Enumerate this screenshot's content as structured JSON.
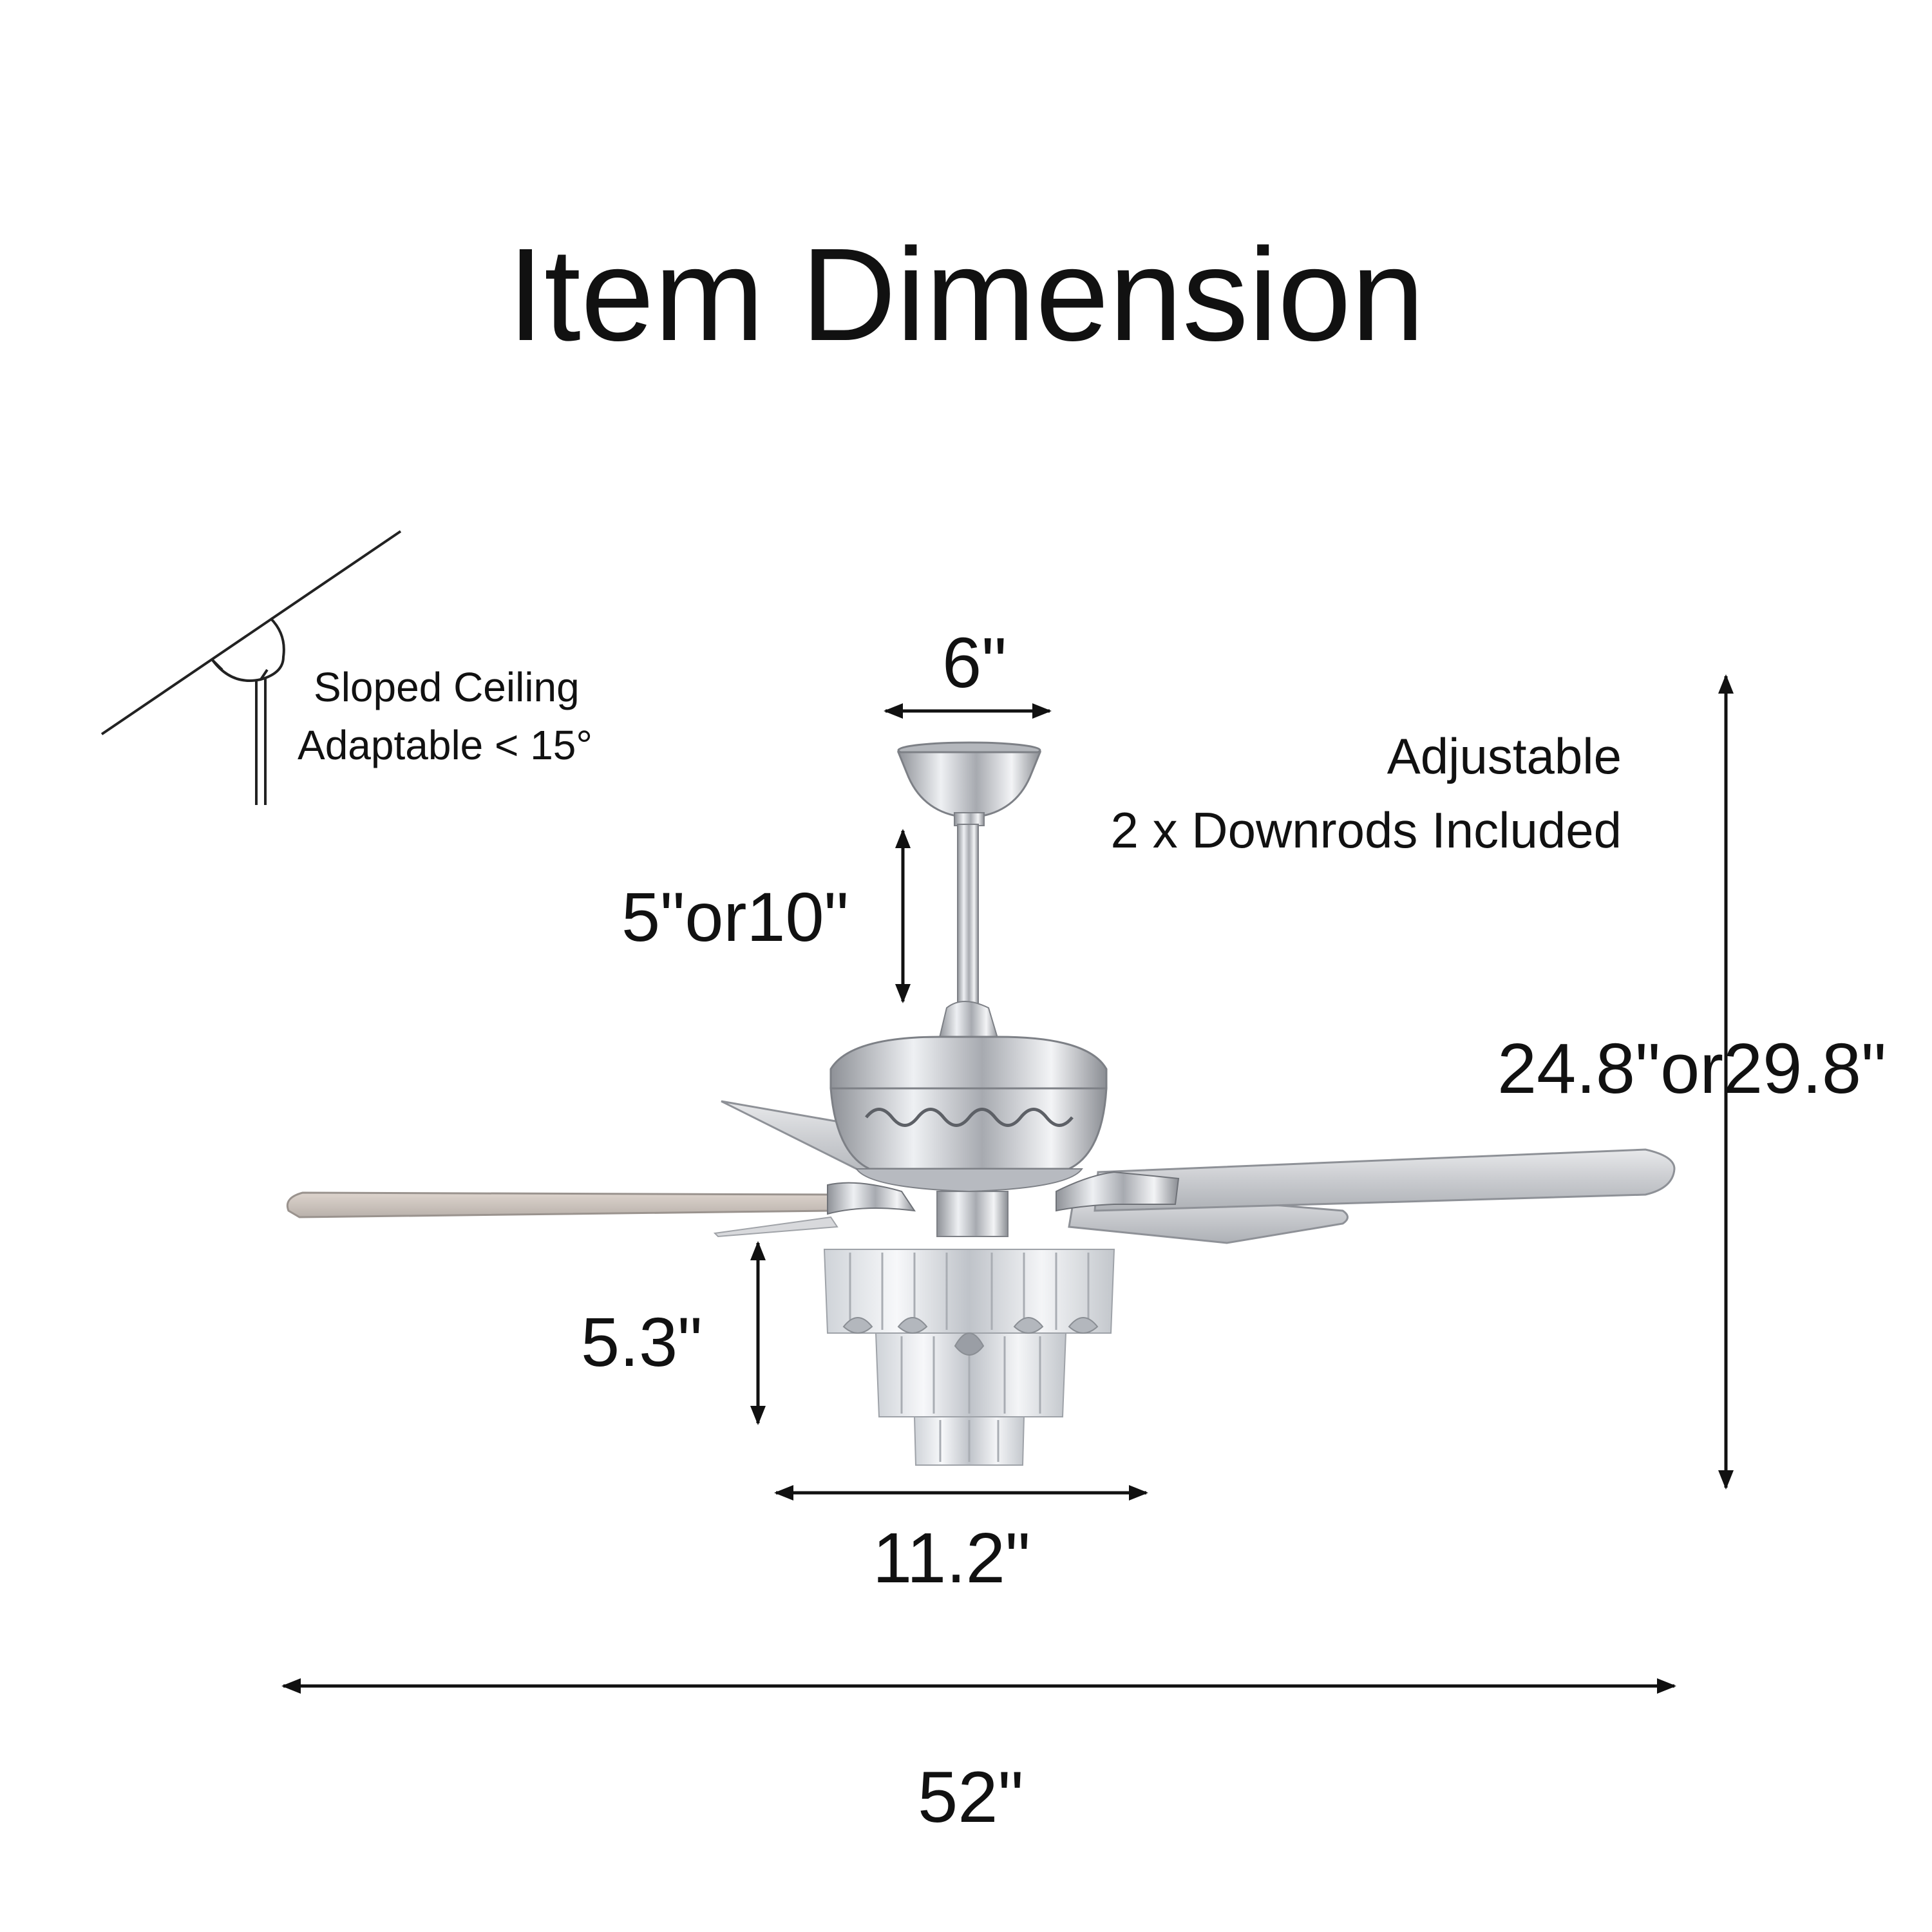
{
  "title": "Item Dimension",
  "sloped_ceiling": {
    "line1": "Sloped Ceiling",
    "line2": "Adaptable < 15°"
  },
  "downrods_note": {
    "line1": "Adjustable",
    "line2": "2 x Downrods Included"
  },
  "dimensions": {
    "canopy_width": "6\"",
    "downrod_length": "5\"or10\"",
    "overall_height": "24.8\"or29.8\"",
    "light_kit_height": "5.3\"",
    "light_kit_width": "11.2\"",
    "blade_span": "52\""
  },
  "colors": {
    "ink": "#111111",
    "chrome": "#c4c6cb",
    "blade": "#d6d7da",
    "crystal": "#e9ebee"
  }
}
